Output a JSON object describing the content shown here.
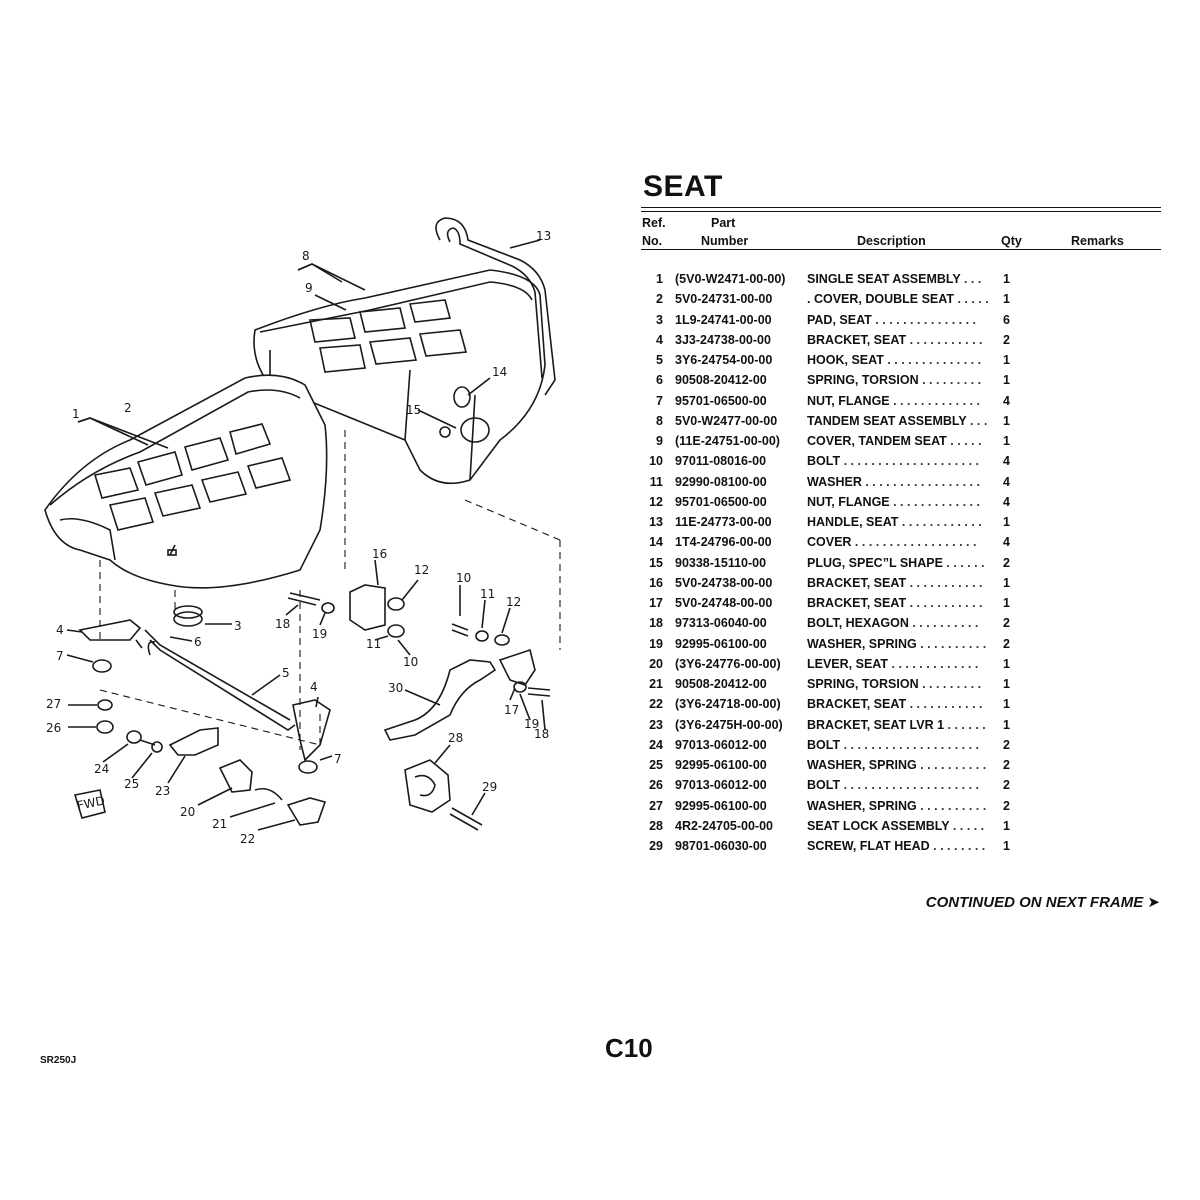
{
  "page": {
    "title": "SEAT",
    "continued": "CONTINUED ON NEXT FRAME",
    "continued_arrow": "➤",
    "page_number": "C10",
    "model_code": "SR250J"
  },
  "table": {
    "headers": {
      "ref_line1": "Ref.",
      "ref_line2": "No.",
      "part_line1": "Part",
      "part_line2": "Number",
      "description": "Description",
      "qty": "Qty",
      "remarks": "Remarks"
    },
    "rows": [
      {
        "ref": "1",
        "part": "(5V0-W2471-00-00)",
        "desc": "SINGLE SEAT ASSEMBLY",
        "dots": " . . .",
        "qty": "1",
        "remarks": ""
      },
      {
        "ref": "2",
        "part": "5V0-24731-00-00",
        "desc": ". COVER, DOUBLE SEAT",
        "dots": " . . . . .",
        "qty": "1",
        "remarks": ""
      },
      {
        "ref": "3",
        "part": "1L9-24741-00-00",
        "desc": "PAD, SEAT",
        "dots": " . . . . . . . . . . . . . . .",
        "qty": "6",
        "remarks": ""
      },
      {
        "ref": "4",
        "part": "3J3-24738-00-00",
        "desc": "BRACKET, SEAT",
        "dots": " . . . . . . . . . . .",
        "qty": "2",
        "remarks": ""
      },
      {
        "ref": "5",
        "part": "3Y6-24754-00-00",
        "desc": "HOOK, SEAT",
        "dots": " . . . . . . . . . . . . . .",
        "qty": "1",
        "remarks": ""
      },
      {
        "ref": "6",
        "part": "90508-20412-00",
        "desc": "SPRING, TORSION",
        "dots": " . . . . . . . . .",
        "qty": "1",
        "remarks": ""
      },
      {
        "ref": "7",
        "part": "95701-06500-00",
        "desc": "NUT, FLANGE",
        "dots": " . . . . . . . . . . . . .",
        "qty": "4",
        "remarks": ""
      },
      {
        "ref": "8",
        "part": "5V0-W2477-00-00",
        "desc": "TANDEM SEAT ASSEMBLY",
        "dots": " . . .",
        "qty": "1",
        "remarks": ""
      },
      {
        "ref": "9",
        "part": "(11E-24751-00-00)",
        "desc": "COVER, TANDEM SEAT",
        "dots": " . . . . .",
        "qty": "1",
        "remarks": ""
      },
      {
        "ref": "10",
        "part": "97011-08016-00",
        "desc": "BOLT",
        "dots": " . . . . . . . . . . . . . . . . . . . .",
        "qty": "4",
        "remarks": ""
      },
      {
        "ref": "11",
        "part": "92990-08100-00",
        "desc": "WASHER",
        "dots": " . . . . . . . . . . . . . . . . .",
        "qty": "4",
        "remarks": ""
      },
      {
        "ref": "12",
        "part": "95701-06500-00",
        "desc": "NUT, FLANGE",
        "dots": " . . . . . . . . . . . . .",
        "qty": "4",
        "remarks": ""
      },
      {
        "ref": "13",
        "part": "11E-24773-00-00",
        "desc": "HANDLE, SEAT",
        "dots": " . . . . . . . . . . . .",
        "qty": "1",
        "remarks": ""
      },
      {
        "ref": "14",
        "part": "1T4-24796-00-00",
        "desc": "COVER",
        "dots": " . . . . . . . . . . . . . . . . . .",
        "qty": "4",
        "remarks": ""
      },
      {
        "ref": "15",
        "part": "90338-15110-00",
        "desc": "PLUG, SPEC”L SHAPE",
        "dots": " . . . . . .",
        "qty": "2",
        "remarks": ""
      },
      {
        "ref": "16",
        "part": "5V0-24738-00-00",
        "desc": "BRACKET, SEAT",
        "dots": " . . . . . . . . . . .",
        "qty": "1",
        "remarks": ""
      },
      {
        "ref": "17",
        "part": "5V0-24748-00-00",
        "desc": "BRACKET, SEAT",
        "dots": " . . . . . . . . . . .",
        "qty": "1",
        "remarks": ""
      },
      {
        "ref": "18",
        "part": "97313-06040-00",
        "desc": "BOLT, HEXAGON",
        "dots": " . . . . . . . . . .",
        "qty": "2",
        "remarks": ""
      },
      {
        "ref": "19",
        "part": "92995-06100-00",
        "desc": "WASHER, SPRING",
        "dots": " . . . . . . . . . .",
        "qty": "2",
        "remarks": ""
      },
      {
        "ref": "20",
        "part": "(3Y6-24776-00-00)",
        "desc": "LEVER, SEAT",
        "dots": " . . . . . . . . . . . . .",
        "qty": "1",
        "remarks": ""
      },
      {
        "ref": "21",
        "part": "90508-20412-00",
        "desc": "SPRING, TORSION",
        "dots": " . . . . . . . . .",
        "qty": "1",
        "remarks": ""
      },
      {
        "ref": "22",
        "part": "(3Y6-24718-00-00)",
        "desc": "BRACKET, SEAT",
        "dots": " . . . . . . . . . . .",
        "qty": "1",
        "remarks": ""
      },
      {
        "ref": "23",
        "part": "(3Y6-2475H-00-00)",
        "desc": "BRACKET, SEAT LVR 1",
        "dots": " . . . . . .",
        "qty": "1",
        "remarks": ""
      },
      {
        "ref": "24",
        "part": "97013-06012-00",
        "desc": "BOLT",
        "dots": " . . . . . . . . . . . . . . . . . . . .",
        "qty": "2",
        "remarks": ""
      },
      {
        "ref": "25",
        "part": "92995-06100-00",
        "desc": "WASHER, SPRING",
        "dots": " . . . . . . . . . .",
        "qty": "2",
        "remarks": ""
      },
      {
        "ref": "26",
        "part": "97013-06012-00",
        "desc": "BOLT",
        "dots": " . . . . . . . . . . . . . . . . . . . .",
        "qty": "2",
        "remarks": ""
      },
      {
        "ref": "27",
        "part": "92995-06100-00",
        "desc": "WASHER, SPRING",
        "dots": " . . . . . . . . . .",
        "qty": "2",
        "remarks": ""
      },
      {
        "ref": "28",
        "part": "4R2-24705-00-00",
        "desc": "SEAT LOCK ASSEMBLY",
        "dots": " . . . . .",
        "qty": "1",
        "remarks": ""
      },
      {
        "ref": "29",
        "part": "98701-06030-00",
        "desc": "SCREW, FLAT HEAD",
        "dots": " . . . . . . . .",
        "qty": "1",
        "remarks": ""
      }
    ]
  },
  "diagram": {
    "callouts": [
      "1",
      "2",
      "3",
      "4",
      "4",
      "5",
      "6",
      "7",
      "7",
      "8",
      "9",
      "10",
      "10",
      "11",
      "11",
      "12",
      "12",
      "13",
      "14",
      "15",
      "16",
      "17",
      "18",
      "18",
      "19",
      "19",
      "20",
      "21",
      "22",
      "23",
      "24",
      "25",
      "26",
      "27",
      "28",
      "29",
      "30"
    ],
    "fwd_stamp": "FWD"
  }
}
